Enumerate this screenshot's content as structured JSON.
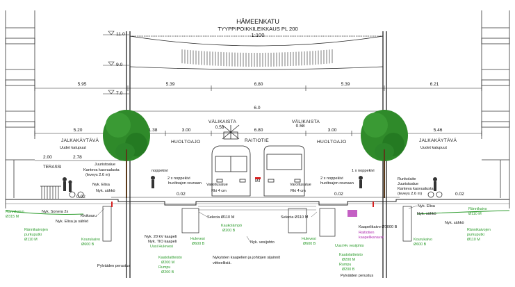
{
  "title": {
    "line1": "HÄMEENKATU",
    "line2": "TYYPPIPOIKKILEIKKAUS PL 200",
    "scale": "1:100"
  },
  "elevations": [
    "11.0",
    "9.0",
    "7.0"
  ],
  "dimensions_upper": [
    "5.95",
    "5.39",
    "6.80",
    "5.39",
    "6.21"
  ],
  "dimension_mid": "6.0",
  "dimensions_lower": [
    "5.20",
    "1.38",
    "3.00",
    "6.80",
    "3.00",
    "5.46"
  ],
  "small_dims": {
    "valikaista_left": "0.58",
    "valikaista_right": "0.58",
    "left_top": "2.00",
    "left_second": "2.78",
    "level_left": "0.02",
    "level_mid": "0.02",
    "level_right": "0.02",
    "level_far_left": "0.02"
  },
  "zones": {
    "jalkakaytava_left": "JALKAKÄYTÄVÄ",
    "jalkakaytava_right": "JALKAKÄYTÄVÄ",
    "valikaista_left": "VÄLIKAISTA",
    "valikaista_right": "VÄLIKAISTA",
    "huoltoajo_left": "HUOLTOAJO",
    "huoltoajo_right": "HUOLTOAJO",
    "raitiotie": "RAITIOTIE",
    "terassi": "TERASSI",
    "uudet_katupuut_left": "Uudet katupuut",
    "uudet_katupuut_right": "Uudet katupuut"
  },
  "annotations_left": {
    "juurisolukot": "Juuristoalue",
    "kanteva_left": "Kanteva kasvualusta",
    "leveys_left": "(leveys 2.6 m)",
    "nyk_elisa": "Nyk. Elisa",
    "nyk_sahko": "Nyk. sähkö",
    "nyk_sonera": "Nyk. Sonera 2x",
    "nyk_elisa_sahko": "Nyk. Elisa ja sähkö",
    "kivikouru": "Kivikouru",
    "noppekivi": "noppekivi",
    "two_noppekivi": "2 x noppekivi",
    "huoltoajon_reuna_left": "huoltoajon reunaan",
    "varoitusalue_left": "Varoitusalue",
    "rki_left": "Rki 4 cm",
    "m_left": "MJ",
    "selecia_left": "Selecia Ø110 M",
    "nyk_20kv": "Nyk. 20 kV kaapeli",
    "nyk_tio": "Nyk. TIO kaapeli",
    "uusi_hulevesi_left": "Uusi Hulevesi",
    "kaukol": "Kaukolämpö",
    "tihi": "Ø200 B",
    "nyk_vesijohto": "Nyk. vesijohto",
    "pylvaiden_left": "Pylväiden perustus",
    "huom_1": "Nykyisten kaapelien ja johtojen sijainnit",
    "huom_2": "viitteellisiä.",
    "ramp_left": "Rännikaivo",
    "ramp_left_2": "Ø315 M",
    "rannikaivojen": "Rännikaivojen",
    "purkuputki_left": "purkuputki",
    "purku_size_left": "Ø110 M",
    "kouru_left": "Kourukaivo",
    "kouru_size_left": "Ø600 B",
    "hulevesi_left": "Hulevesi",
    "hulevesi_size_left": "Ø600 B",
    "kaatolaitteisto_left": "Kaatolaitteisto",
    "kaato_size_left": "Ø200 M",
    "rummu_left": "Rumpu",
    "rummu_size_left": "Ø200 B"
  },
  "annotations_right": {
    "two_noppekivi": "2 x noppekivi",
    "huoltoajon_reuna_right": "huoltoajon reunaan",
    "one_noppekivi": "1 x noppekivi",
    "varoitusalue_right": "Varoitusalue",
    "rki_right": "Rki 4 cm",
    "runkolaite": "Runkolaite",
    "juurisolukot_r": "Juuristoalue",
    "kanteva_right": "Kanteva kasvualusta",
    "leveys_right": "(leveys 2.6 m)",
    "nyk_elisa_r": "Nyk. Elisa",
    "nyk_sahko_r": "Nyk. sähkö",
    "nyk_sahko_r2": "Nyk. sähkö",
    "selecia_right": "Selecia Ø110 M",
    "hulevesi_r": "Hulevesi",
    "hulevesi_size_r": "Ø600 B",
    "kaapelikaivo": "Kaapelikaivo Ø1000 B",
    "raitiotie_kaapelit": "Raitiotien",
    "raitiotie_kaapelit2": "kaapelikanavat",
    "uusi_hv": "Uusi Hv vesijohto",
    "kouru_r": "Kourukaivo",
    "kouru_size_r": "Ø600 B",
    "kaatolaitteisto_r": "Kaatolaitteisto",
    "kaato_size_r": "Ø200 M",
    "pylvaiden_right": "Pylväiden perustus",
    "ramp_right": "Rännikaivo",
    "ramp_right_2": "Ø110 M",
    "rannikaivojen_r": "Rännikaivojen",
    "purkuputki_r": "purkuputki",
    "purku_size_r": "Ø110 M",
    "rummu_r": "Rumpu",
    "rummu_size_r": "Ø200 B"
  },
  "colors": {
    "line": "#222222",
    "tree": "#2f8a2a",
    "tree_dark": "#1f6a1c",
    "utility_green": "#2a9b2a",
    "utility_magenta": "#b02ab0",
    "red_mark": "#d62020"
  }
}
